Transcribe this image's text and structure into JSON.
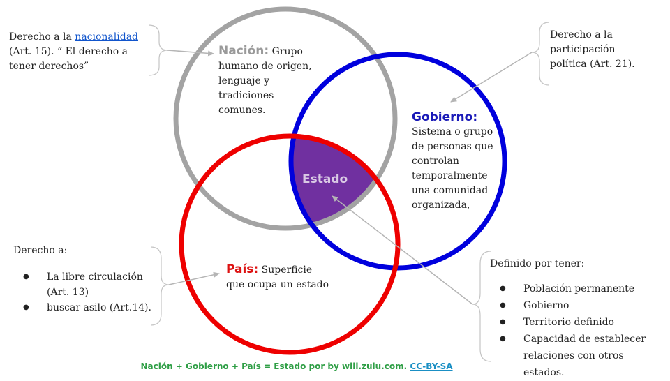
{
  "colors": {
    "nacion_circle": "#a3a3a3",
    "gobierno_circle": "#0000dd",
    "pais_circle": "#ee0000",
    "estado_fill": "#7030a0",
    "nacion_head": "#9a9a9a",
    "gobierno_head": "#1a1ab8",
    "pais_head": "#dd1111",
    "footer": "#2e9e45",
    "license": "#1a8fc4",
    "link": "#1155cc",
    "arrow": "#b5b5b5"
  },
  "nacion": {
    "head": "Nación:",
    "text": " Grupo humano de origen, lenguaje y tradiciones comunes."
  },
  "gobierno": {
    "head": "Gobierno:",
    "text": "Sistema o grupo de personas que controlan temporalmente una comunidad organizada,"
  },
  "pais": {
    "head": "País:",
    "text": " Superficie que ocupa un estado"
  },
  "estado": {
    "label": "Estado"
  },
  "nacionalidad_note": {
    "prefix": "Derecho a la ",
    "link": "nacionalidad",
    "rest": " (Art. 15). “ El derecho a tener derechos”"
  },
  "participacion_note": {
    "text": "Derecho a la participación política (Art. 21)."
  },
  "derecho_note": {
    "title": "Derecho a:",
    "items": [
      "La libre circulación (Art. 13)",
      "buscar asilo (Art.14)."
    ]
  },
  "definido_note": {
    "title": "Definido por tener:",
    "items": [
      "Población permanente",
      "Gobierno",
      "Territorio definido",
      "Capacidad de establecer relaciones con otros estados."
    ]
  },
  "footer": {
    "text": "Nación + Gobierno + País = Estado por  by will.zulu.com. ",
    "license": "CC-BY-SA"
  }
}
